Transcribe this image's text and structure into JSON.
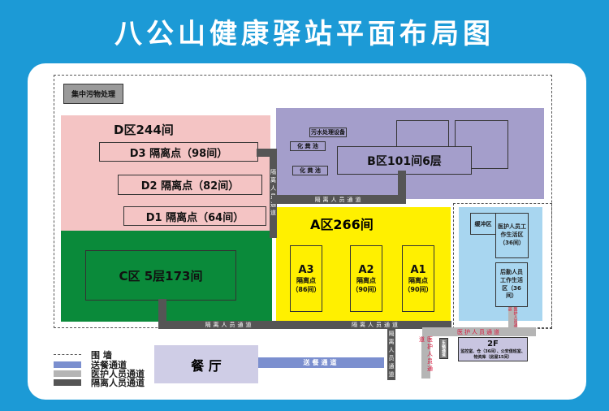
{
  "title": "八公山健康驿站平面布局图",
  "waste": "集中污物处理",
  "d": {
    "title": "D区244间",
    "d3": "D3  隔离点（98间）",
    "d2": "D2  隔离点（82间）",
    "d1": "D1  隔离点（64间）"
  },
  "c": {
    "title": "C区 5层173间"
  },
  "b": {
    "title": "B区101间6层",
    "sewage": "污水处理设备",
    "septic1": "化  粪  池",
    "septic2": "化  粪  池"
  },
  "a": {
    "title": "A区266间",
    "units": [
      {
        "name": "A3",
        "label": "隔离点",
        "rooms": "（86间）"
      },
      {
        "name": "A2",
        "label": "隔离点",
        "rooms": "（90间）"
      },
      {
        "name": "A1",
        "label": "隔离点",
        "rooms": "（90间）"
      }
    ]
  },
  "staff": {
    "buffer": "缓冲区",
    "medical": "医护人员工作生活区（36间）",
    "logistics": "后勤人员工作生活区（36间）"
  },
  "f2": {
    "title": "2F",
    "desc": "监控室、仓（36间）、公安值班室、物资库（房屋15间）"
  },
  "paths": {
    "isolation": "隔离人员通道",
    "medical": "医护人员通道",
    "food": "送餐通道",
    "vehicle": "车辆通道"
  },
  "canteen": "餐    厅",
  "legend": {
    "wall": "围  墙",
    "food": "送餐通道",
    "medical": "医护人员通道",
    "isolation": "隔离人员通道"
  },
  "colors": {
    "d": "#f4c4c4",
    "c": "#0a8a3a",
    "b": "#a49ecb",
    "a": "#fff000",
    "staff": "#a8d6f0",
    "isolation": "#555555",
    "medical": "#b5b5b5",
    "food": "#7b8fcf"
  }
}
